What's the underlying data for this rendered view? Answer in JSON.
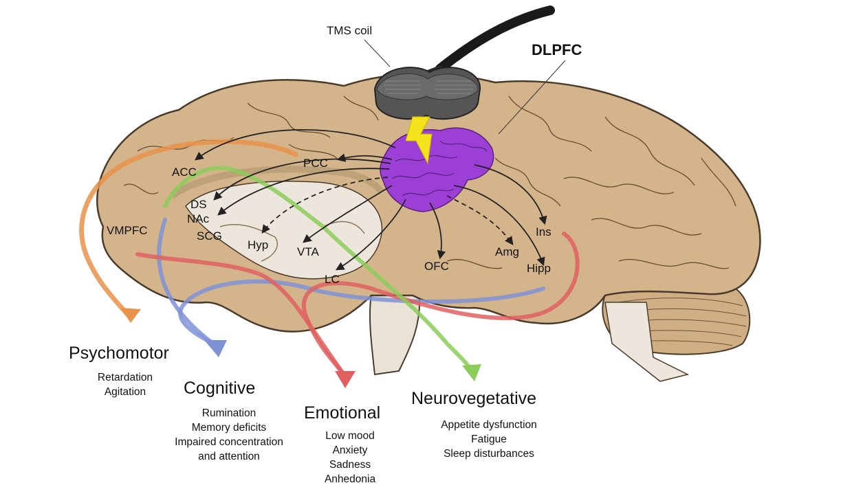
{
  "device": {
    "label": "TMS coil",
    "target": "DLPFC"
  },
  "regions": {
    "acc": "ACC",
    "pcc": "PCC",
    "ds": "DS",
    "nac": "NAc",
    "vmpfc": "VMPFC",
    "scg": "SCG",
    "hyp": "Hyp",
    "vta": "VTA",
    "lc": "LC",
    "ofc": "OFC",
    "amg": "Amg",
    "ins": "Ins",
    "hipp": "Hipp"
  },
  "categories": [
    {
      "name": "Psychomotor",
      "color": "#c0622a",
      "symptoms": [
        "Retardation",
        "Agitation"
      ]
    },
    {
      "name": "Cognitive",
      "color": "#2b3fc9",
      "symptoms": [
        "Rumination",
        "Memory deficits",
        "Impaired concentration",
        "and attention"
      ]
    },
    {
      "name": "Emotional",
      "color": "#d92a2a",
      "symptoms": [
        "Low mood",
        "Anxiety",
        "Sadness",
        "Anhedonia"
      ]
    },
    {
      "name": "Neurovegetative",
      "color": "#3a8a2a",
      "symptoms": [
        "Appetite dysfunction",
        "Fatigue",
        "Sleep disturbances"
      ]
    }
  ],
  "colors": {
    "brain": "#d4b48a",
    "brain_outline": "#4a3a2a",
    "dlpfc": "#9b3fd6",
    "coil": "#555555",
    "pulse": "#f4e21a",
    "psychomotor_path": "#e8924a",
    "cognitive_path": "#7f92d6",
    "emotional_path": "#e06060",
    "neurovegetative_path": "#8ccd5a"
  }
}
